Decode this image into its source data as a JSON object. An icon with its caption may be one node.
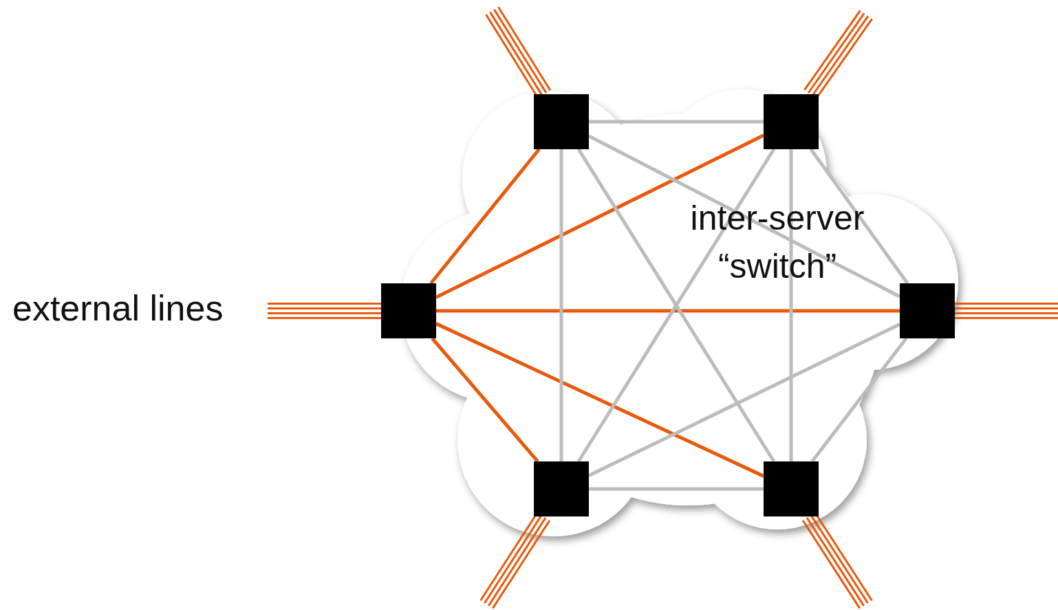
{
  "diagram": {
    "nodes": [
      {
        "text": [
          "inter-server “switch”"
        ]
      },
      {
        "text": [],
        "shape": "box",
        "in": 0
      },
      {
        "text": [],
        "shape": "box",
        "in": 0
      },
      {
        "text": [],
        "shape": "box",
        "in": 0
      },
      {
        "text": [],
        "shape": "box",
        "in": 0
      },
      {
        "text": [],
        "shape": "box",
        "in": 0
      },
      {
        "text": [],
        "shape": "box",
        "in": 0
      }
    ],
    "edges": [
      {
        "from": 3,
        "to": 1,
        "arrow": "none"
      },
      {
        "from": 3,
        "to": 2,
        "arrow": "none"
      },
      {
        "from": 3,
        "to": 4,
        "arrow": "none"
      },
      {
        "from": 3,
        "to": 5,
        "arrow": "none"
      },
      {
        "from": 3,
        "to": 6,
        "arrow": "none"
      },
      {
        "from": 1,
        "to": 2,
        "arrow": "none",
        "color": "#bcbcbc"
      },
      {
        "from": 1,
        "to": 4,
        "arrow": "none",
        "color": "#bcbcbc"
      },
      {
        "from": 1,
        "to": 5,
        "arrow": "none",
        "color": "#bcbcbc"
      },
      {
        "from": 1,
        "to": 6,
        "arrow": "none",
        "color": "#bcbcbc"
      },
      {
        "from": 2,
        "to": 4,
        "arrow": "none",
        "color": "#bcbcbc"
      },
      {
        "from": 2,
        "to": 5,
        "arrow": "none",
        "color": "#bcbcbc"
      },
      {
        "from": 2,
        "to": 6,
        "arrow": "none",
        "color": "#bcbcbc"
      },
      {
        "from": 4,
        "to": 5,
        "arrow": "none",
        "color": "#bcbcbc"
      },
      {
        "from": 4,
        "to": 6,
        "arrow": "none",
        "color": "#bcbcbc"
      },
      {
        "from": 5,
        "to": 6,
        "arrow": "none",
        "color": "#bcbcbc"
      },
      {
        "from": 3,
        "to": null,
        "arrow": "none"
      },
      {
        "from": 1,
        "to": null,
        "arrow": "none"
      },
      {
        "from": 2,
        "to": null,
        "arrow": "none"
      },
      {
        "from": 4,
        "to": null,
        "arrow": "none"
      },
      {
        "from": 5,
        "to": null,
        "arrow": "none"
      },
      {
        "from": 6,
        "to": null,
        "arrow": "none"
      }
    ],
    "labels": [
      "external lines"
    ]
  }
}
